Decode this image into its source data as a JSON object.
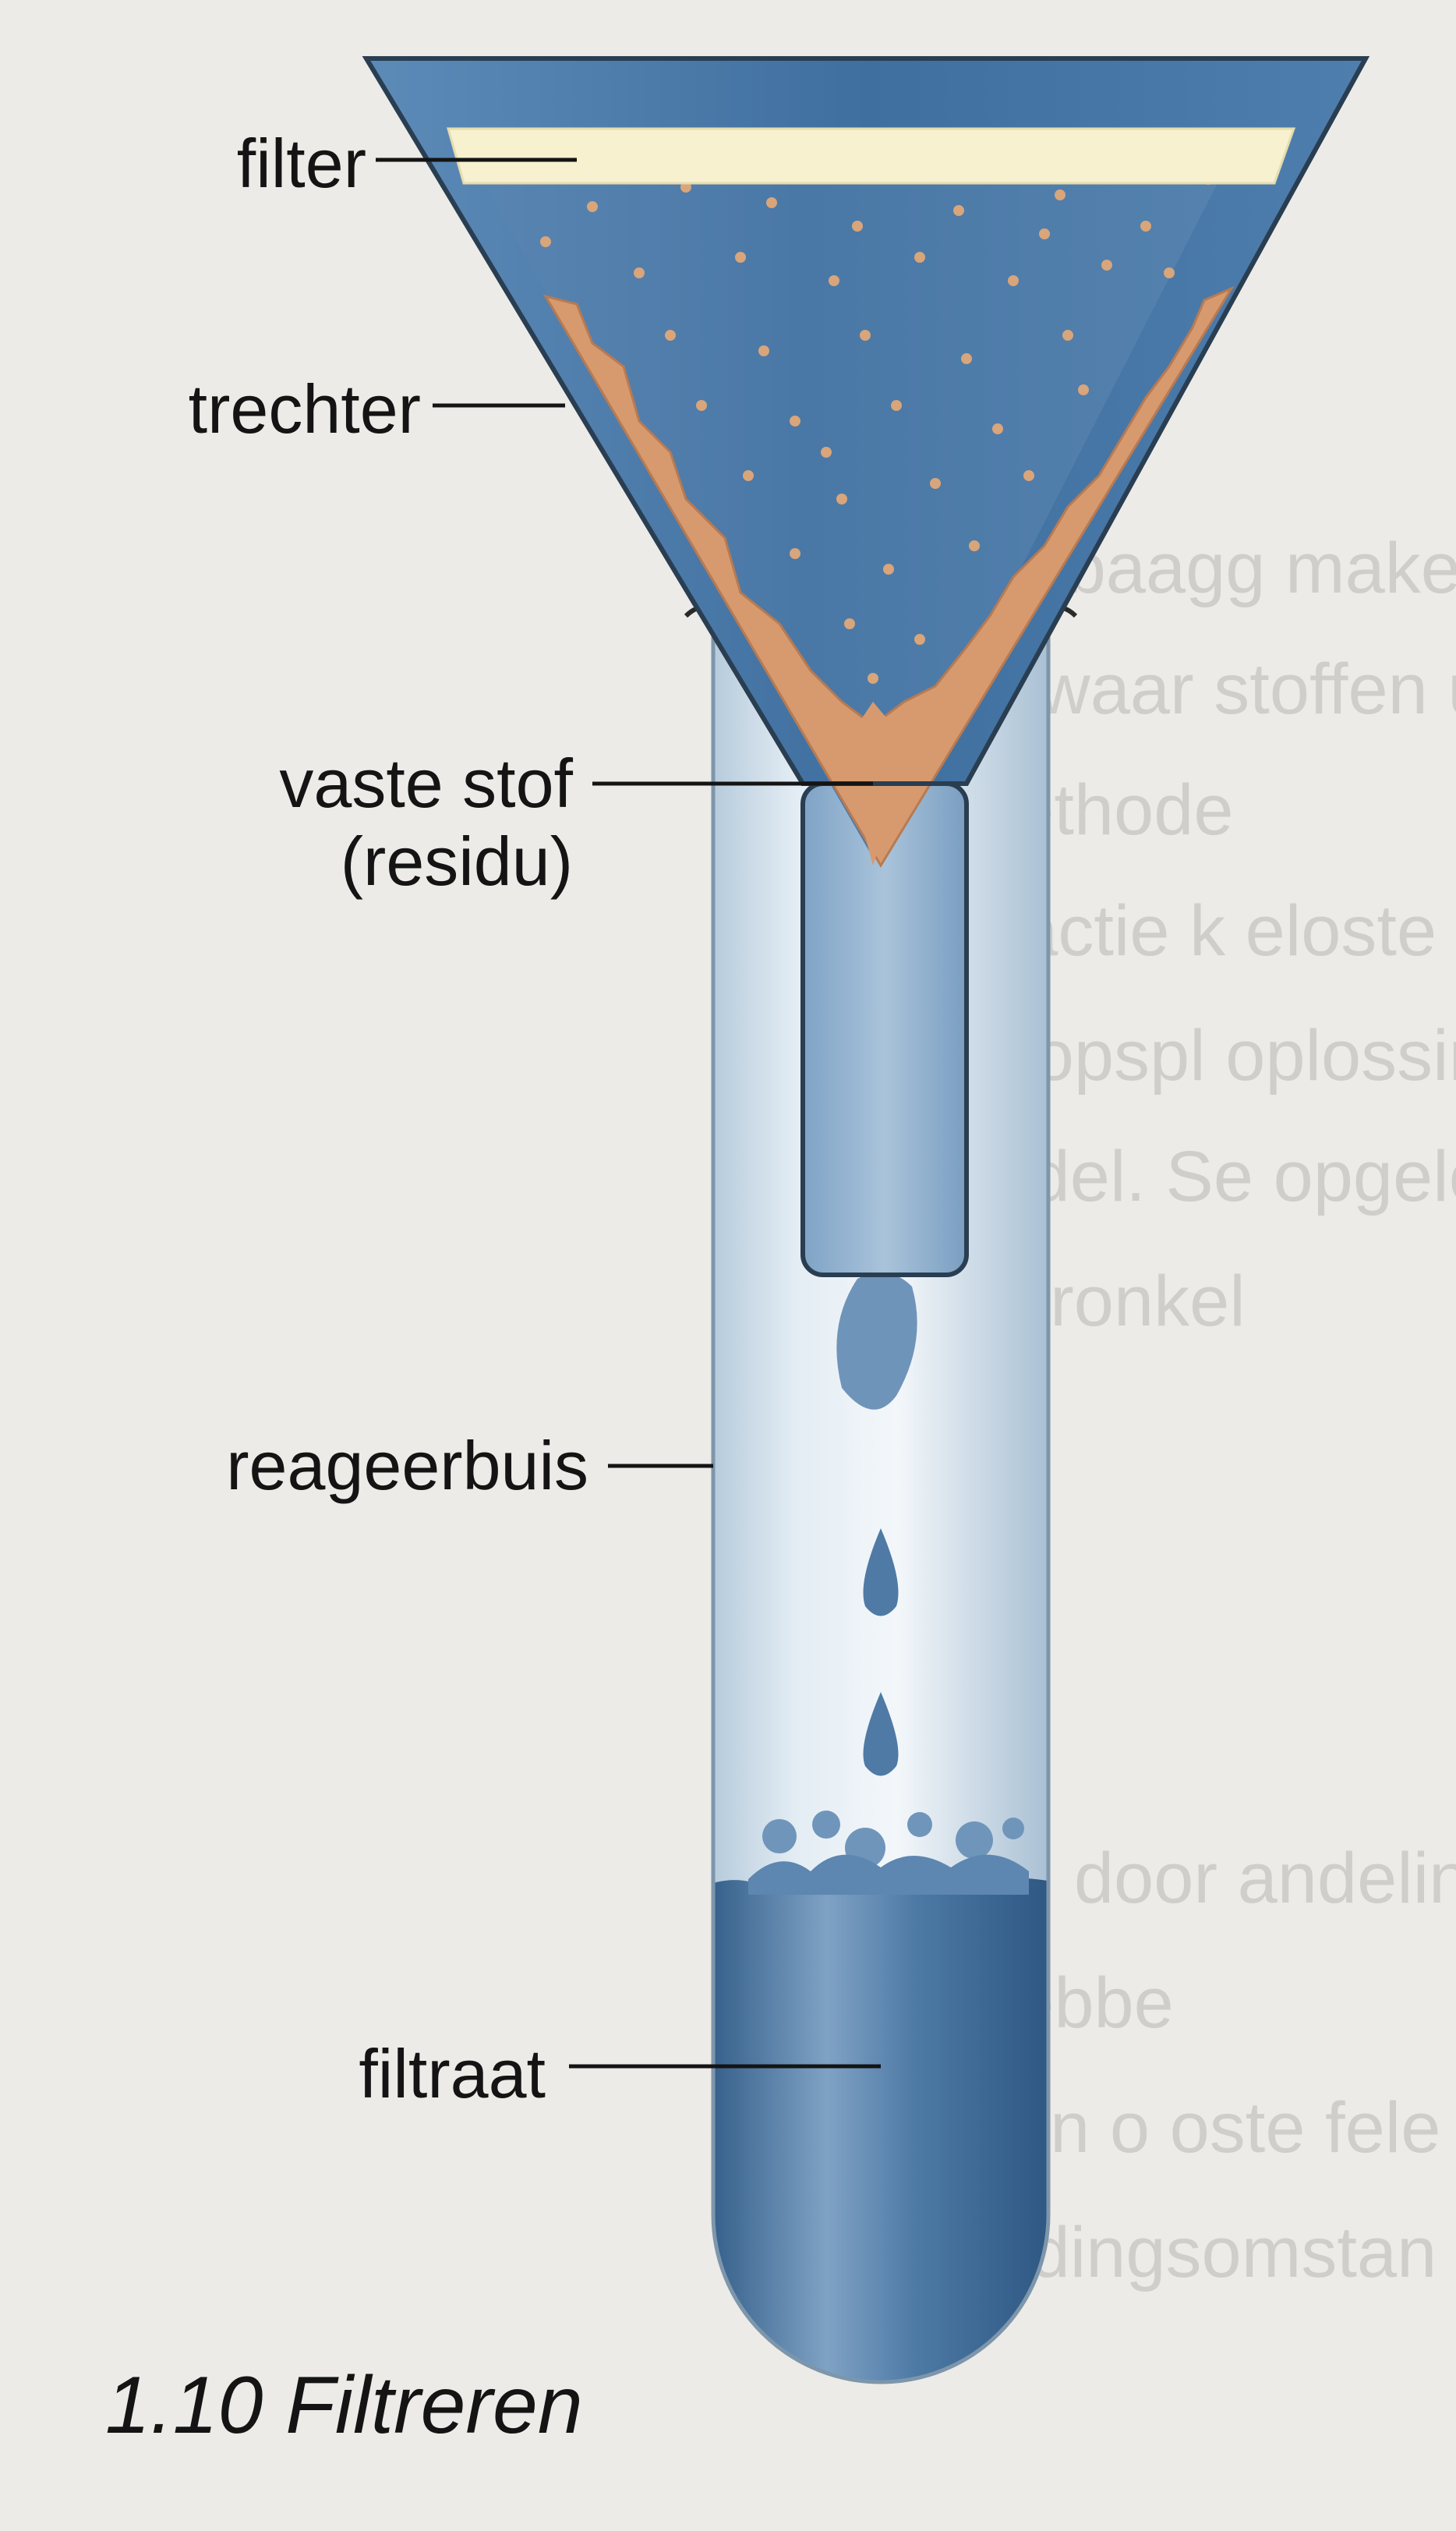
{
  "labels": {
    "filter": "filter",
    "funnel": "trechter",
    "solid_line1": "vaste stof",
    "solid_line2": "(residu)",
    "test_tube": "reageerbuis",
    "filtrate": "filtraat"
  },
  "caption": "1.10 Filtreren",
  "background_text": [
    "losbaagg maken.",
    "e, waar stoffen uit",
    "nethode",
    "tractie k eloste",
    "e opspl oplossing",
    "iddel. Se opgeloste",
    "spronkel",
    "en door andeling",
    "hebbe",
    "van o oste fele",
    "eidingsomstan"
  ],
  "colors": {
    "funnel_blue": "#3f6f9f",
    "residue": "#d79a6e",
    "filter_paper": "#f7f1cf",
    "tube_light": "#dbe8f2",
    "filtrate_blue": "#3e6a96"
  }
}
